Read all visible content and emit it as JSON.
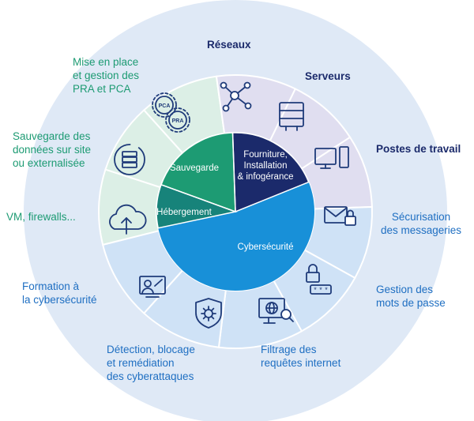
{
  "colors": {
    "outer_ring": "#dfe9f6",
    "navy": "#1b2a6b",
    "green": "#1d9b73",
    "teal": "#17837a",
    "blue": "#1890d8",
    "light_purple": "#e0def0",
    "light_green": "#dcefe6",
    "light_blue": "#cfe2f6",
    "icon_stroke": "#1f3b7a"
  },
  "core": {
    "sauvegarde": "Sauvegarde",
    "fourniture": "Fourniture,\nInstallation\n& infogérance",
    "hebergement": "Hébergement",
    "cybersecurite": "Cybersécurité"
  },
  "outer": {
    "reseaux": "Réseaux",
    "serveurs": "Serveurs",
    "postes": "Postes de travail",
    "pra": "Mise en place\net gestion des\nPRA et PCA",
    "sauvegarde_donnees": "Sauvegarde des\ndonnées sur site\nou externalisée",
    "vm": "VM, firewalls...",
    "securisation": "Sécurisation\ndes messageries",
    "gestion_mdp": "Gestion des\nmots de passe",
    "formation": "Formation à\nla cybersécurité",
    "detection": "Détection, blocage\net remédiation\ndes cyberattaques",
    "filtrage": "Filtrage des\nrequêtes internet"
  },
  "icons": {
    "reseaux": "network-nodes-icon",
    "serveurs": "server-rack-icon",
    "postes": "desktop-computer-icon",
    "pra": "pca-pra-gears-icon",
    "sauvegarde": "database-sync-icon",
    "vm": "cloud-upload-icon",
    "securisation": "mail-lock-icon",
    "gestion_mdp": "password-lock-icon",
    "formation": "presentation-board-icon",
    "detection": "shield-virus-icon",
    "filtrage": "web-filter-icon",
    "pca_badge": "PCA",
    "pra_badge": "PRA"
  }
}
